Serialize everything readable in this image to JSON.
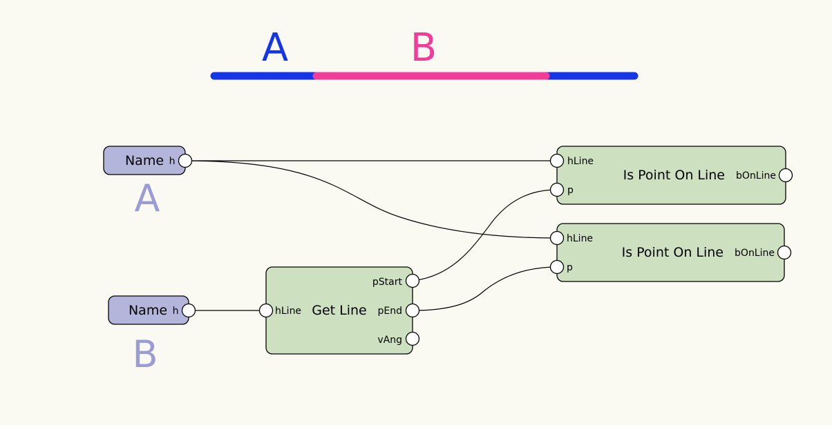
{
  "legend": {
    "label_a": "A",
    "label_b": "B",
    "color_a": "#1536e8",
    "color_b": "#f23c9a"
  },
  "colors": {
    "background": "#fbfaf2",
    "input_node_fill": "#b3b5da",
    "input_node_caption": "#9a9cd6",
    "function_node_fill": "#cde0bf"
  },
  "nodes": {
    "name_a": {
      "title": "Name",
      "out_port": "h",
      "caption": "A"
    },
    "name_b": {
      "title": "Name",
      "out_port": "h",
      "caption": "B"
    },
    "get_line": {
      "title": "Get Line",
      "in_port": "hLine",
      "out_ports": [
        "pStart",
        "pEnd",
        "vAng"
      ]
    },
    "is_point_on_line_1": {
      "title": "Is Point On Line",
      "in_ports": [
        "hLine",
        "p"
      ],
      "out_port": "bOnLine"
    },
    "is_point_on_line_2": {
      "title": "Is Point On Line",
      "in_ports": [
        "hLine",
        "p"
      ],
      "out_port": "bOnLine"
    }
  }
}
